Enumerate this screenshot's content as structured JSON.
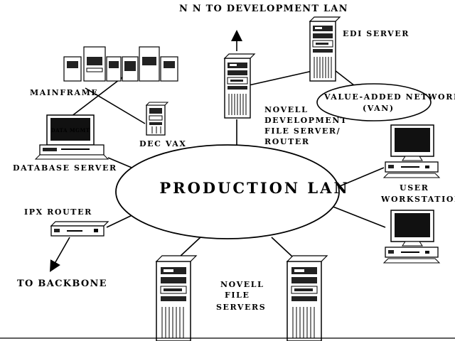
{
  "title": "PRODUCTION LAN",
  "labels": {
    "top_link": "N  N  TO DEVELOPMENT LAN",
    "edi_server": "EDI SERVER",
    "van_line1": "VALUE-ADDED NETWORK",
    "van_line2": "(VAN)",
    "mainframe": "MAINFRAME",
    "dec_vax": "DEC VAX",
    "database_server": "DATABASE SERVER",
    "novell_dev_line1": "NOVELL",
    "novell_dev_line2": "DEVELOPMENT",
    "novell_dev_line3": "FILE SERVER/",
    "novell_dev_line4": "ROUTER",
    "user_line1": "USER",
    "user_line2": "WORKSTATION",
    "ipx_router": "IPX ROUTER",
    "to_backbone": "TO BACKBONE",
    "novell_fs_line1": "NOVELL",
    "novell_fs_line2": "FILE",
    "novell_fs_line3": "SERVERS",
    "db_screen": "DATA MGMT"
  },
  "icons": {
    "mainframe": "mainframe-icon",
    "dec_vax": "dec-vax-icon",
    "database_server": "database-server-icon",
    "novell_dev_server": "server-tower-icon",
    "edi_server": "server-tower-icon",
    "workstation": "workstation-icon",
    "ipx_router": "router-icon",
    "novell_file_server": "server-tower-icon"
  },
  "colors": {
    "stroke": "#000000",
    "fill": "#ffffff",
    "dark": "#222222"
  }
}
